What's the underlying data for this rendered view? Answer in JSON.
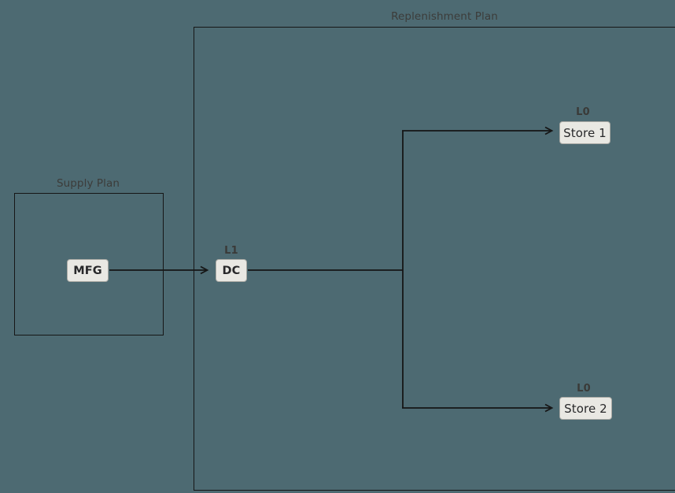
{
  "diagram": {
    "title_visible": false,
    "background_color": "#4d6a72",
    "line_color": "#161616",
    "node_fill_color": "#e9e8e3",
    "node_border_color": "#a9a9a4",
    "text_color": "#3a3a38"
  },
  "groups": [
    {
      "id": "supply-plan",
      "title": "Supply Plan",
      "title_position": "top-center"
    },
    {
      "id": "replenishment-plan",
      "title": "Replenishment Plan",
      "title_position": "top-center"
    }
  ],
  "nodes": [
    {
      "id": "mfg",
      "label": "MFG",
      "level": "",
      "group": "supply-plan"
    },
    {
      "id": "dc",
      "label": "DC",
      "level": "L1",
      "group": "replenishment-plan"
    },
    {
      "id": "store1",
      "label": "Store 1",
      "level": "L0",
      "group": "replenishment-plan"
    },
    {
      "id": "store2",
      "label": "Store 2",
      "level": "L0",
      "group": "replenishment-plan"
    }
  ],
  "edges": [
    {
      "id": "mfg-to-dc",
      "from": "MFG",
      "to": "DC",
      "style": "arrow"
    },
    {
      "id": "dc-to-store1",
      "from": "DC",
      "to": "Store 1",
      "style": "arrow"
    },
    {
      "id": "dc-to-store2",
      "from": "DC",
      "to": "Store 2",
      "style": "arrow"
    }
  ]
}
